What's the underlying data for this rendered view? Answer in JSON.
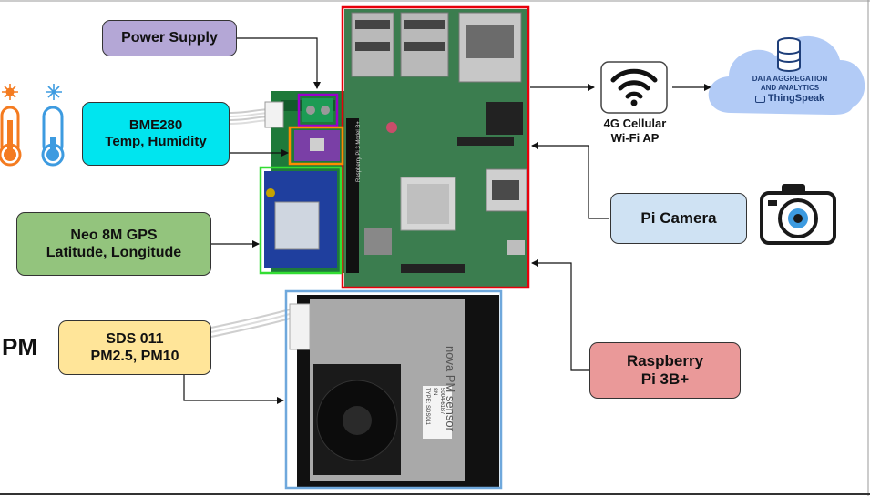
{
  "labels": {
    "power_supply": "Power Supply",
    "bme280_line1": "BME280",
    "bme280_line2": "Temp, Humidity",
    "gps_line1": "Neo 8M GPS",
    "gps_line2": "Latitude, Longitude",
    "sds_line1": "SDS 011",
    "sds_line2": "PM2.5, PM10",
    "pm": "PM",
    "wifi_line1": "4G Cellular",
    "wifi_line2": "Wi-Fi AP",
    "cloud_line1": "DATA AGGREGATION",
    "cloud_line2": "AND ANALYTICS",
    "thingspeak": "ThingSpeak",
    "pi_camera": "Pi Camera",
    "rpi_line1": "Raspberry",
    "rpi_line2": "Pi 3B+",
    "sensor_brand": "nova PM sensor",
    "sensor_type": "TYPE: SDS011",
    "sensor_sn": "SN",
    "sensor_code": "5004-61B7",
    "pcb_label": "Raspberry Pi 3 Model B+"
  },
  "colors": {
    "power_supply": "#b4a7d6",
    "bme280": "#00e5ef",
    "gps": "#93c47d",
    "sds": "#ffe599",
    "pi_camera": "#cfe2f3",
    "raspberry": "#ea9999",
    "cloud": "#a4c2f4",
    "highlight_pi": "#e8000b",
    "highlight_power": "#9900cc",
    "highlight_bme": "#ff8c00",
    "highlight_gps": "#33dd33",
    "highlight_sensor": "#6fa8dc"
  }
}
